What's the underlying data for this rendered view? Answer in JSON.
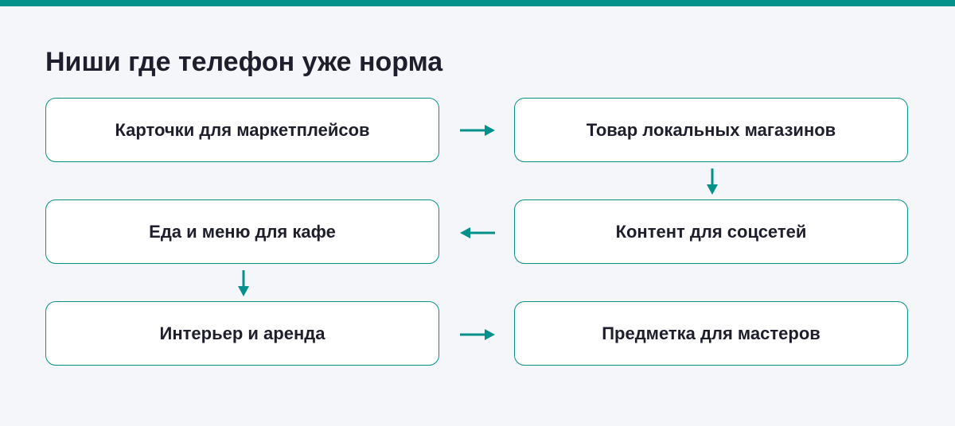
{
  "diagram": {
    "title": "Ниши где телефон уже норма",
    "nodes": [
      {
        "id": "a",
        "label": "Карточки для маркетплейсов"
      },
      {
        "id": "b",
        "label": "Товар локальных магазинов"
      },
      {
        "id": "c",
        "label": "Контент для соцсетей"
      },
      {
        "id": "d",
        "label": "Еда и меню для кафе"
      },
      {
        "id": "e",
        "label": "Интерьер и аренда"
      },
      {
        "id": "f",
        "label": "Предметка для мастеров"
      }
    ],
    "edges": [
      {
        "from": "a",
        "to": "b"
      },
      {
        "from": "b",
        "to": "c"
      },
      {
        "from": "c",
        "to": "d"
      },
      {
        "from": "d",
        "to": "e"
      },
      {
        "from": "e",
        "to": "f"
      }
    ]
  },
  "colors": {
    "accent": "#05918b",
    "background": "#f5f6fa",
    "card": "#ffffff",
    "text": "#1e1e2c"
  }
}
